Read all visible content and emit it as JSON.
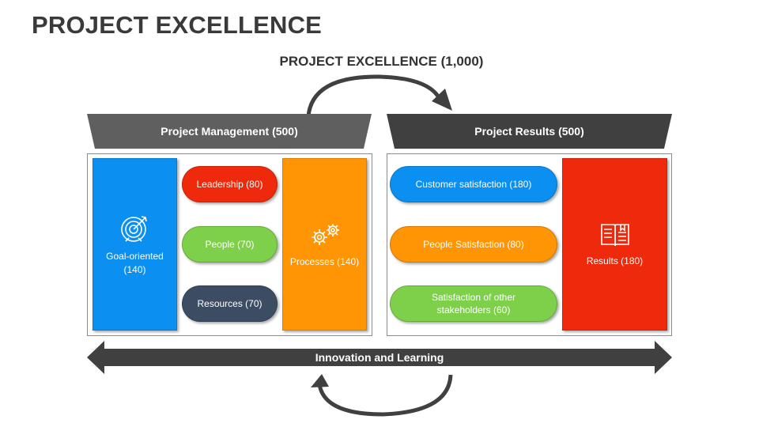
{
  "slide_title": "PROJECT EXCELLENCE",
  "top_label": "PROJECT EXCELLENCE (1,000)",
  "left_header": "Project Management (500)",
  "right_header": "Project Results (500)",
  "left_panel": {
    "goal_oriented": {
      "label": "Goal-oriented (140)",
      "icon": "target-icon",
      "color": "#0b8ff0"
    },
    "leadership": {
      "label": "Leadership (80)",
      "color": "#ef2a0c"
    },
    "people": {
      "label": "People (70)",
      "color": "#7ed04a"
    },
    "resources": {
      "label": "Resources (70)",
      "color": "#3c4d63"
    },
    "processes": {
      "label": "Processes (140)",
      "icon": "gears-icon",
      "color": "#ff9404"
    }
  },
  "right_panel": {
    "customer_satisfaction": {
      "label": "Customer satisfaction (180)",
      "color": "#0b8ff0"
    },
    "people_satisfaction": {
      "label": "People Satisfaction (80)",
      "color": "#ff9404"
    },
    "other_stakeholders": {
      "label": "Satisfaction of other stakeholders (60)",
      "color": "#7ed04a"
    },
    "results": {
      "label": "Results (180)",
      "icon": "book-icon",
      "color": "#ef2a0c"
    }
  },
  "bottom_bar": "Innovation and Learning",
  "colors": {
    "dark_gray": "#404040",
    "mid_gray": "#5f5f5f",
    "title_text": "#3a3a3a"
  }
}
